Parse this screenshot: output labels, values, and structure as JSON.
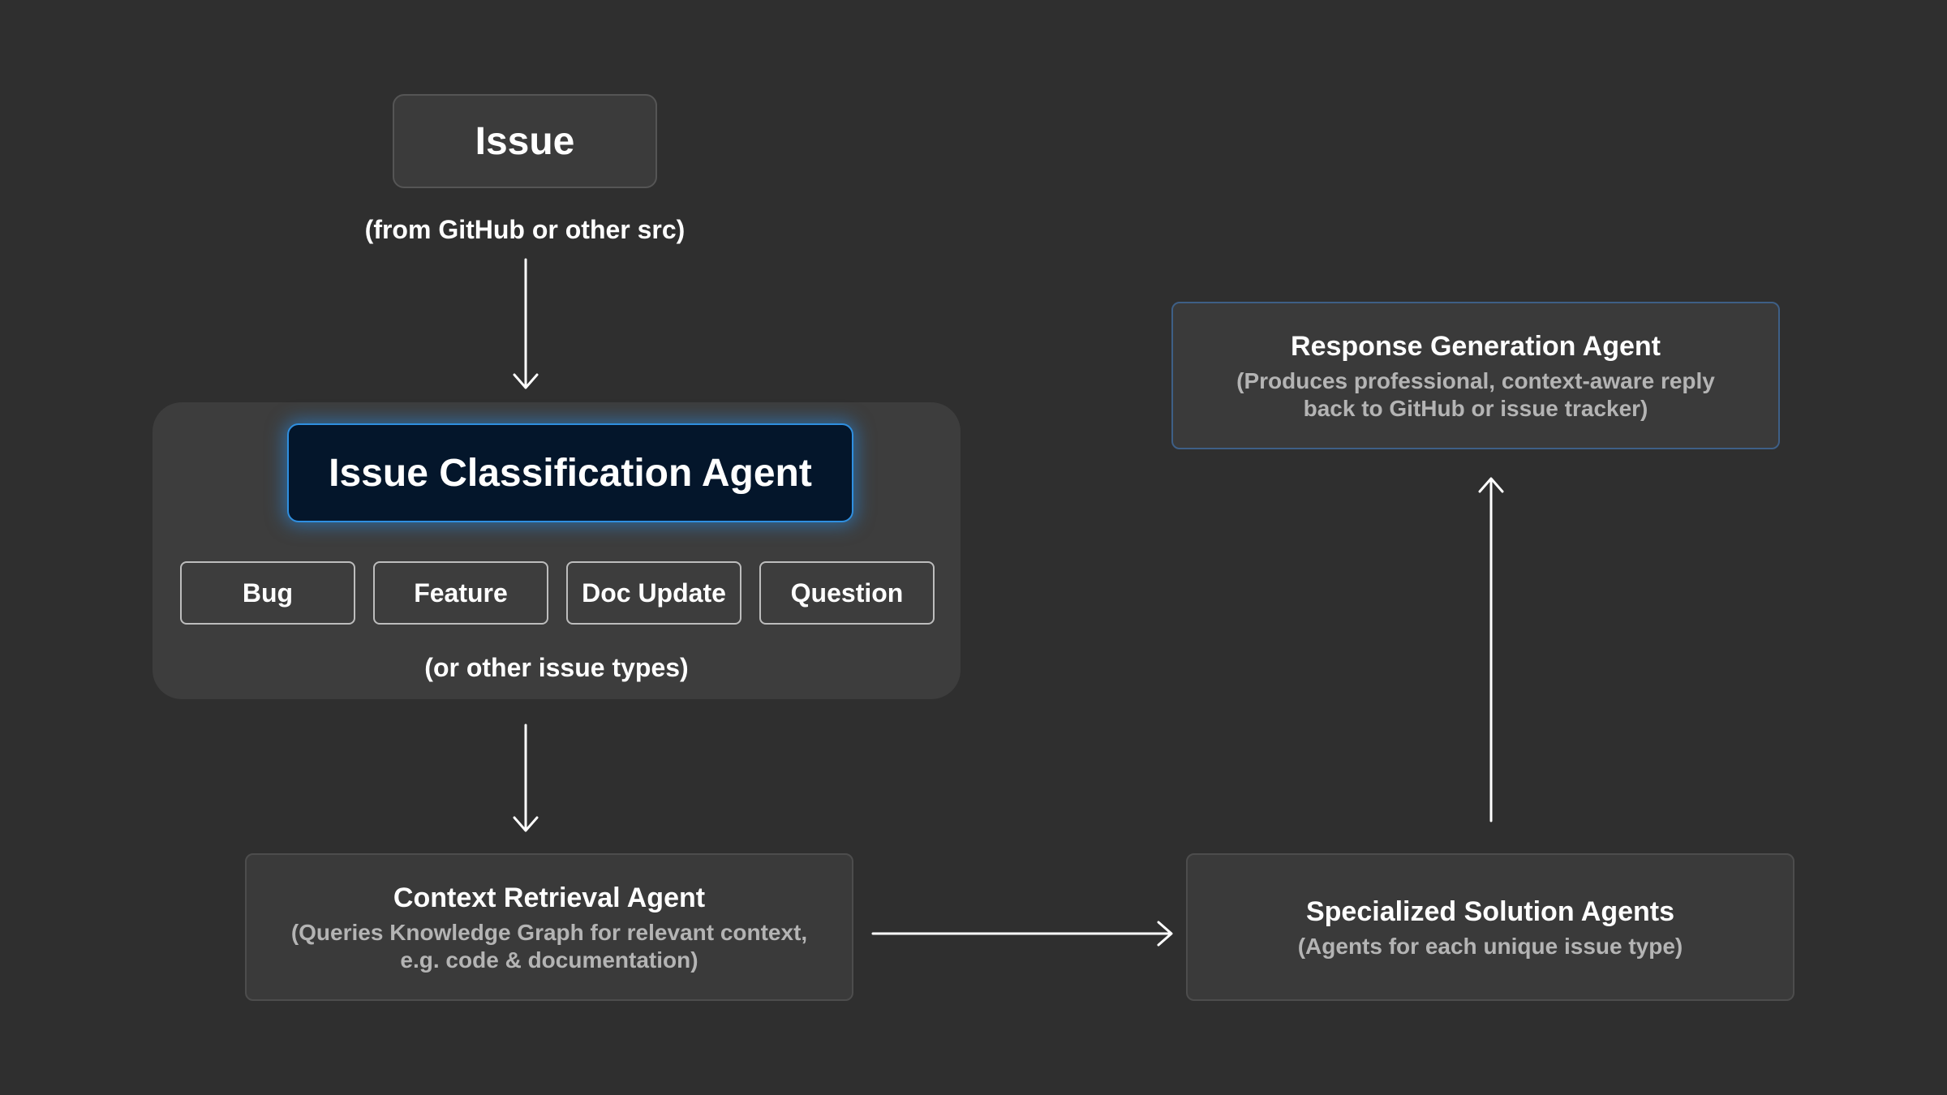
{
  "issue": {
    "title": "Issue",
    "source_note": "(from GitHub or other src)"
  },
  "classification": {
    "agent_title": "Issue Classification Agent",
    "types": [
      "Bug",
      "Feature",
      "Doc Update",
      "Question"
    ],
    "other_note": "(or other issue types)"
  },
  "context_agent": {
    "title": "Context Retrieval Agent",
    "desc_line1": "(Queries Knowledge Graph for relevant context,",
    "desc_line2": "e.g. code & documentation)"
  },
  "solution_agent": {
    "title": "Specialized Solution Agents",
    "desc_line1": "(Agents for each unique issue type)"
  },
  "response_agent": {
    "title": "Response Generation Agent",
    "desc_line1": "(Produces professional, context-aware reply",
    "desc_line2": "back to GitHub or issue tracker)"
  },
  "colors": {
    "background": "#2f2f2f",
    "highlight_fill": "#04162b",
    "highlight_border": "#2f8fe0",
    "arrow": "#ffffff"
  }
}
